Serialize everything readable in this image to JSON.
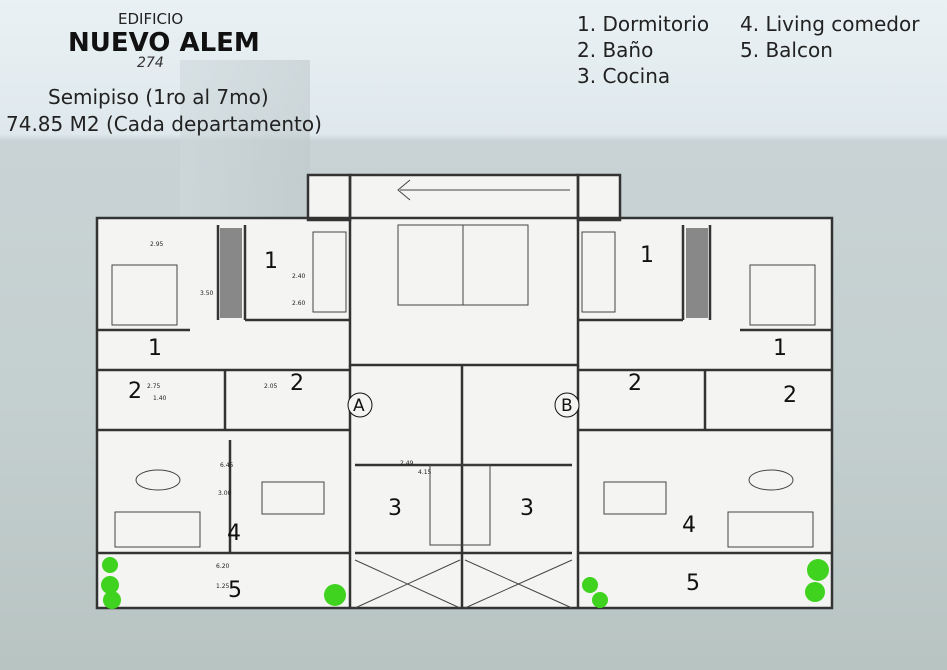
{
  "header": {
    "label": "EDIFICIO",
    "name": "NUEVO ALEM",
    "number": "274",
    "floors": "Semipiso (1ro al 7mo)",
    "area": "74.85 M2 (Cada departamento)"
  },
  "legend": {
    "items": [
      "1. Dormitorio",
      "2. Baño",
      "3. Cocina",
      "4. Living comedor",
      "5. Balcon"
    ]
  },
  "plan": {
    "room_numbers": {
      "dorm": "1",
      "bath": "2",
      "kitchen": "3",
      "living": "4",
      "balcony": "5"
    },
    "units": {
      "a": "A",
      "b": "B"
    },
    "dimensions": {
      "d1": "2.95",
      "d2": "3.50",
      "d3": "2.40",
      "d4": "2.60",
      "d5": "2.75",
      "d6": "1.40",
      "d7": "2.05",
      "d8": "6.45",
      "d9": "3.00",
      "d10": "2.49",
      "d11": "4.15",
      "d12": "6.20",
      "d13": "1.25"
    }
  },
  "colors": {
    "wall": "#333333",
    "plant": "#3fd21e",
    "floor": "#f4f4f2"
  }
}
